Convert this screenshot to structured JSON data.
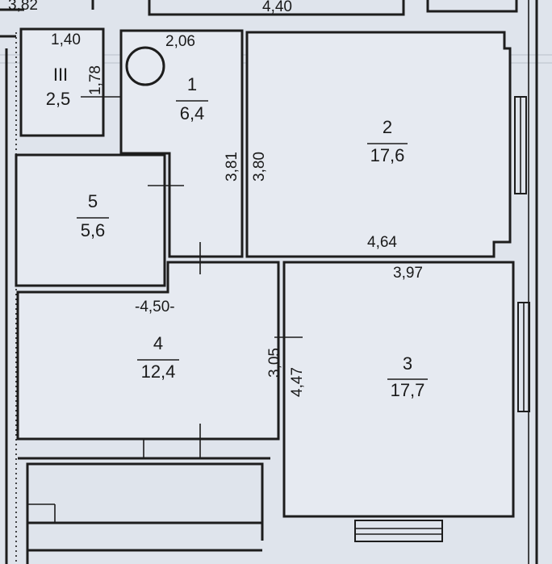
{
  "rooms": {
    "r1": {
      "number": "1",
      "area": "6,4"
    },
    "r2": {
      "number": "2",
      "area": "17,6"
    },
    "r3": {
      "number": "3",
      "area": "17,7"
    },
    "r4": {
      "number": "4",
      "area": "12,4"
    },
    "r5": {
      "number": "5",
      "area": "5,6"
    },
    "rIII": {
      "number": "III",
      "area": "2,5"
    }
  },
  "dimensions": {
    "top_left": "3,82",
    "top_center": "4,40",
    "d_1_40": "1,40",
    "d_2_06": "2,06",
    "d_1_78": "1,78",
    "d_3_81": "3,81",
    "d_3_80": "3,80",
    "d_4_64": "4,64",
    "d_3_97": "3,97",
    "d_4_50": "-4,50-",
    "d_3_05": "3,05",
    "d_4_47": "4,47"
  }
}
